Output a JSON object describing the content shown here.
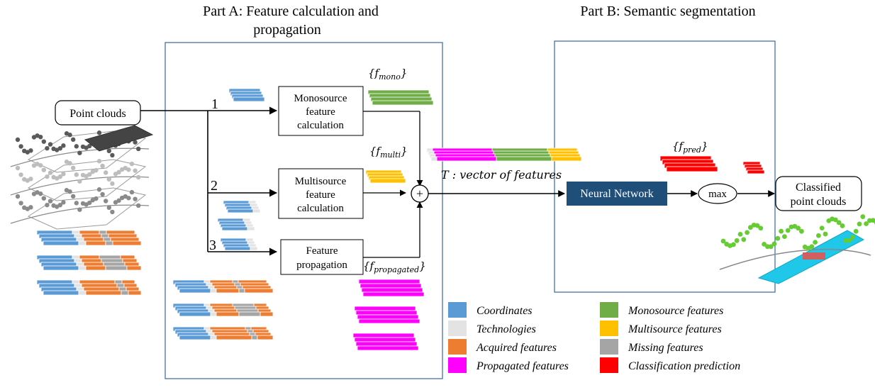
{
  "titles": {
    "part_a_line1": "Part A: Feature calculation and",
    "part_a_line2": "propagation",
    "part_b": "Part B: Semantic segmentation"
  },
  "nodes": {
    "point_clouds": "Point clouds",
    "mono_line1": "Monosource",
    "mono_line2": "feature",
    "mono_line3": "calculation",
    "multi_line1": "Multisource",
    "multi_line2": "feature",
    "multi_line3": "calculation",
    "prop_line1": "Feature",
    "prop_line2": "propagation",
    "sum_symbol": "+",
    "neural_network": "Neural Network",
    "max": "max",
    "classified_line1": "Classified",
    "classified_line2": "point clouds"
  },
  "branch_numbers": [
    "1",
    "2",
    "3"
  ],
  "math_labels": {
    "f_mono_base": "{f",
    "f_mono_sub": "mono",
    "f_multi_base": "{f",
    "f_multi_sub": "multi",
    "f_propagated_base": "{f",
    "f_propagated_sub": "propagated",
    "f_pred_base": "{f",
    "f_pred_sub": "pred",
    "close_brace": "}",
    "vector_label": "T :  vector of features"
  },
  "legend": [
    {
      "label": "Coordinates",
      "color": "#5b9bd5"
    },
    {
      "label": "Technologies",
      "color": "#e3e3e3"
    },
    {
      "label": "Acquired features",
      "color": "#ed7d31"
    },
    {
      "label": "Propagated features",
      "color": "#ff00ff"
    },
    {
      "label": "Monosource features",
      "color": "#70ad47"
    },
    {
      "label": "Multisource features",
      "color": "#ffc000"
    },
    {
      "label": "Missing features",
      "color": "#a5a5a5"
    },
    {
      "label": "Classification prediction",
      "color": "#ff0000"
    }
  ],
  "colors": {
    "frame": "#4472a8",
    "neural_network_fill": "#1f4e79",
    "coordinates": "#5b9bd5",
    "technologies": "#e3e3e3",
    "acquired": "#ed7d31",
    "propagated": "#ff00ff",
    "monosource": "#70ad47",
    "multisource": "#ffc000",
    "missing": "#a5a5a5",
    "prediction": "#ff0000",
    "cloud_dark": "#555555",
    "cloud_light": "#bfbfbf",
    "classified_green": "#66cc33",
    "classified_cyan": "#1fc8e8"
  }
}
